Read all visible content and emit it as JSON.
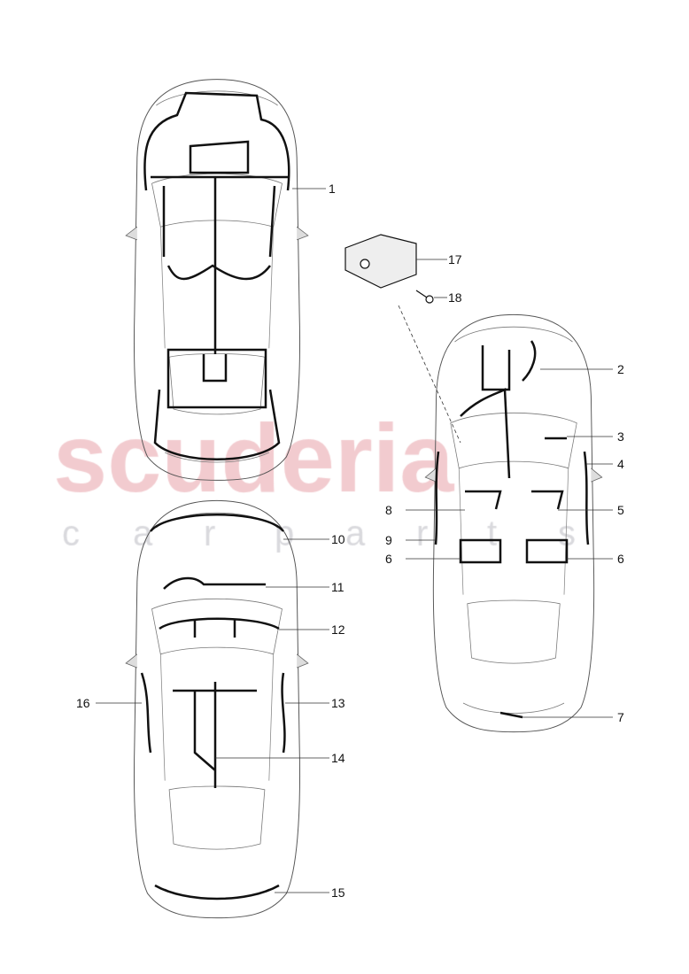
{
  "watermark": {
    "brand": "scuderia",
    "sub": "car parts",
    "color": "#e8a0a8"
  },
  "callouts": [
    {
      "id": "c1",
      "label": "1"
    },
    {
      "id": "c2",
      "label": "2"
    },
    {
      "id": "c3",
      "label": "3"
    },
    {
      "id": "c4",
      "label": "4"
    },
    {
      "id": "c5",
      "label": "5"
    },
    {
      "id": "c6r",
      "label": "6"
    },
    {
      "id": "c7",
      "label": "7"
    },
    {
      "id": "c8",
      "label": "8"
    },
    {
      "id": "c9",
      "label": "9"
    },
    {
      "id": "c6l",
      "label": "6"
    },
    {
      "id": "c10",
      "label": "10"
    },
    {
      "id": "c11",
      "label": "11"
    },
    {
      "id": "c12",
      "label": "12"
    },
    {
      "id": "c13",
      "label": "13"
    },
    {
      "id": "c14",
      "label": "14"
    },
    {
      "id": "c15",
      "label": "15"
    },
    {
      "id": "c16",
      "label": "16"
    },
    {
      "id": "c17",
      "label": "17"
    },
    {
      "id": "c18",
      "label": "18"
    }
  ]
}
